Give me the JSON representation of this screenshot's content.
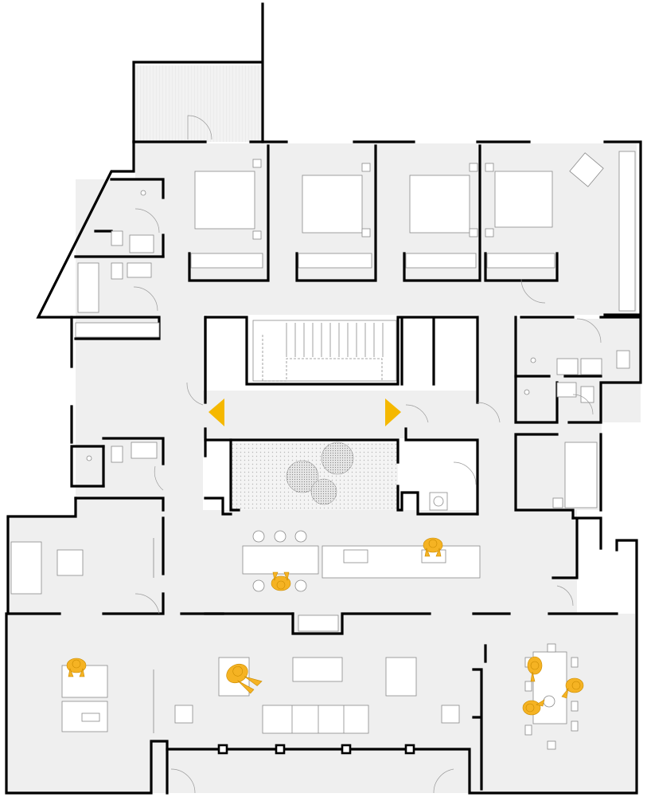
{
  "drawing": {
    "kind": "architectural floor plan",
    "colors": {
      "walls": "#000000",
      "floor": "#efefef",
      "furniture": "#ffffff",
      "people": "#f5b323",
      "arrows": "#f5b800"
    },
    "icons": {
      "entry_arrows": "triangle-arrow",
      "people": "person-figure"
    }
  }
}
